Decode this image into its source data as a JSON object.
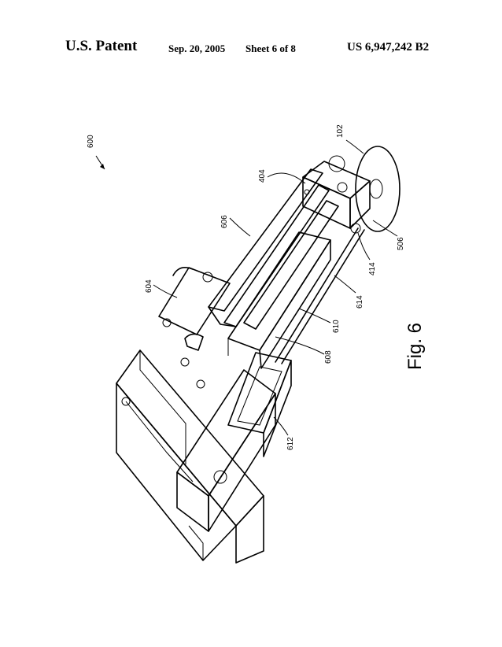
{
  "header": {
    "title": "U.S. Patent",
    "date": "Sep. 20, 2005",
    "sheet": "Sheet 6 of 8",
    "patent_number": "US 6,947,242 B2"
  },
  "figure": {
    "label": "Fig. 6",
    "reference_numerals": {
      "r600": "600",
      "r102": "102",
      "r404": "404",
      "r606": "606",
      "r604": "604",
      "r506": "506",
      "r414": "414",
      "r614": "614",
      "r610": "610",
      "r608": "608",
      "r612": "612"
    }
  }
}
